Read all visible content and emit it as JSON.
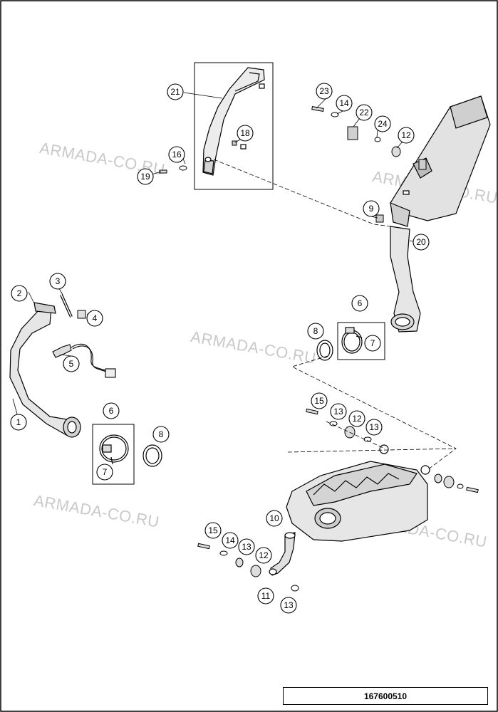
{
  "watermark": "ARMADA-CO.RU",
  "document_number": "167600510",
  "callouts": [
    "1",
    "2",
    "3",
    "4",
    "5",
    "6",
    "7",
    "8",
    "9",
    "10",
    "11",
    "12",
    "13",
    "14",
    "15",
    "16",
    "18",
    "19",
    "20",
    "21",
    "22",
    "23",
    "24"
  ]
}
